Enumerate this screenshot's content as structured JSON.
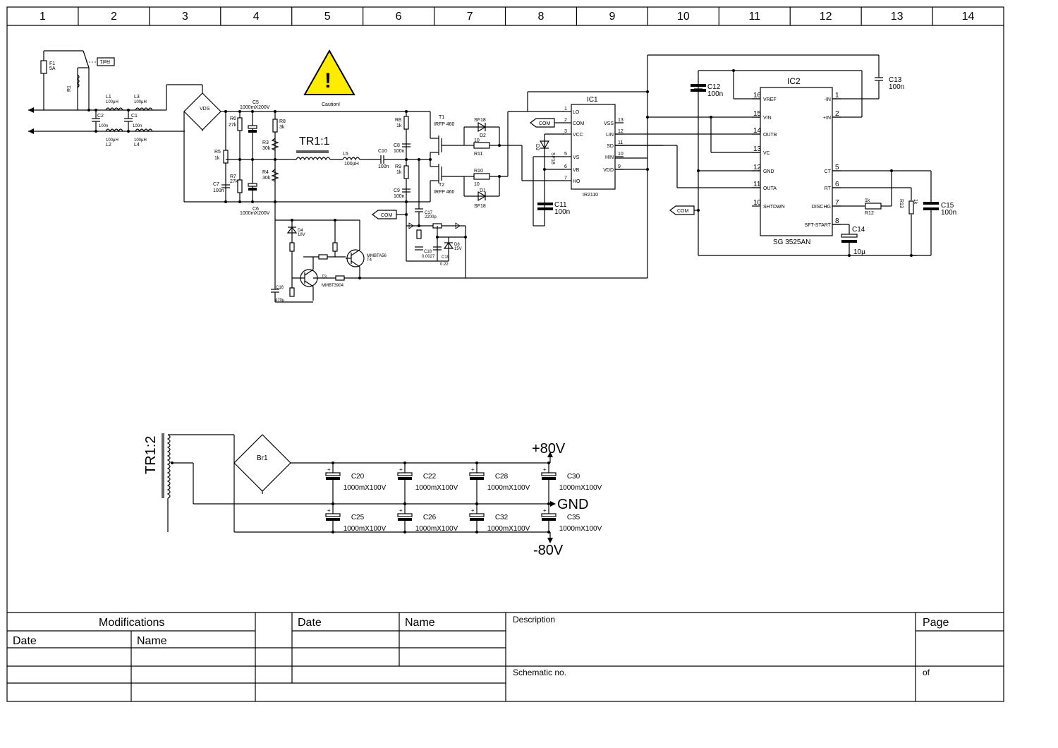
{
  "columns": [
    "1",
    "2",
    "3",
    "4",
    "5",
    "6",
    "7",
    "8",
    "9",
    "10",
    "11",
    "12",
    "13",
    "14"
  ],
  "caution": {
    "label": "Caution!",
    "symbol": "!"
  },
  "input": {
    "F1": "F1",
    "F1_val": "5A",
    "R1": "R1",
    "Rel": "Rel1",
    "L1": "L1",
    "L1_val": "100µH",
    "L2": "L2",
    "L2_val": "100µH",
    "L3": "L3",
    "L3_val": "100µH",
    "L4": "L4",
    "L4_val": "100µH",
    "C1": "C1",
    "C1_val": "100n",
    "C2": "C2",
    "C2_val": "100n",
    "VDS": "VDS",
    "C5": "C5",
    "C5_val": "1000mX200V",
    "C6": "C6",
    "C6_val": "1000mX200V",
    "R3": "R3",
    "R3_val": "30k",
    "R4": "R4",
    "R4_val": "30k",
    "R5": "R5",
    "R5_val": "1k",
    "R6": "R6",
    "R6_val": "27k",
    "R7": "R7",
    "R7_val": "27k",
    "R8b": "R8",
    "R8b_val": "3k",
    "C7": "C7",
    "C7_val": "100n"
  },
  "bridge_half": {
    "TR11": "TR1:1",
    "L5": "L5",
    "L5_val": "100µH",
    "C10": "C10",
    "C10_val": "100n",
    "R8": "R8",
    "R8_val": "1k",
    "R9": "R9",
    "R9_val": "1k",
    "C8": "C8",
    "C8_val": "100n",
    "C9": "C9",
    "C9_val": "100n",
    "T1": "T1",
    "T1_val": "IRFP 460",
    "T2": "T2",
    "T2_val": "IRFP 460",
    "SF18a": "SF18",
    "D2": "D2",
    "R11": "R11",
    "R11_val": "10",
    "R10": "R10",
    "R10_val": "10",
    "D1": "D1",
    "SF18b": "SF18",
    "COM1": "COM",
    "COM2": "COM",
    "COM3": "COM",
    "D3": "D3",
    "SF18c": "SF18",
    "C11": "C11",
    "C11_val": "100n",
    "C17": "C17",
    "C17_val": "2200p",
    "C18": "C18",
    "C18_val": "0.0027",
    "C19": "C19",
    "C19_val": "0.22",
    "D8": "D8",
    "D8_val": "15V",
    "D4": "D4",
    "D4_val": "18V",
    "C16": "C16",
    "C16_val": "470µ",
    "T3": "T3",
    "T3_val": "MMBT3904",
    "T4": "T4",
    "T4_val": "MMBTA56"
  },
  "ic1": {
    "name": "IC1",
    "part": "IR2110",
    "left_pins": [
      {
        "num": "1",
        "label": "LO"
      },
      {
        "num": "2",
        "label": "COM"
      },
      {
        "num": "3",
        "label": "VCC"
      },
      {
        "num": "5",
        "label": "VS"
      },
      {
        "num": "6",
        "label": "VB"
      },
      {
        "num": "7",
        "label": "HO"
      }
    ],
    "right_pins": [
      {
        "num": "13",
        "label": "VSS"
      },
      {
        "num": "12",
        "label": "LIN"
      },
      {
        "num": "11",
        "label": "SD"
      },
      {
        "num": "10",
        "label": "HIN"
      },
      {
        "num": "9",
        "label": "VDD"
      }
    ]
  },
  "ic2": {
    "name": "IC2",
    "part": "SG 3525AN",
    "left_pins": [
      {
        "num": "16",
        "label": "VREF"
      },
      {
        "num": "15",
        "label": "VIN"
      },
      {
        "num": "14",
        "label": "OUTB"
      },
      {
        "num": "13",
        "label": "VC"
      },
      {
        "num": "12",
        "label": "GND"
      },
      {
        "num": "11",
        "label": "OUTA"
      },
      {
        "num": "10",
        "label": "SHTDWN"
      }
    ],
    "right_pins": [
      {
        "num": "1",
        "label": "-IN"
      },
      {
        "num": "2",
        "label": "+IN"
      },
      {
        "num": "5",
        "label": "CT"
      },
      {
        "num": "6",
        "label": "RT"
      },
      {
        "num": "7",
        "label": "DISCHG"
      },
      {
        "num": "8",
        "label": "SFT-START"
      }
    ],
    "C12": "C12",
    "C12_val": "100n",
    "C13": "C13",
    "C13_val": "100n",
    "C14": "C14",
    "C14_val": "10µ",
    "C15": "C15",
    "C15_val": "100n",
    "R12": "R12",
    "R12_val": "1k",
    "R13": "R13",
    "R13_val": "1k",
    "COM": "COM"
  },
  "output": {
    "TR12": "TR1:2",
    "Br1": "Br1",
    "plus": "+80V",
    "gnd": "GND",
    "minus": "-80V",
    "caps_top": [
      {
        "name": "C20",
        "value": "1000mX100V"
      },
      {
        "name": "C22",
        "value": "1000mX100V"
      },
      {
        "name": "C28",
        "value": "1000mX100V"
      },
      {
        "name": "C30",
        "value": "1000mX100V"
      }
    ],
    "caps_bottom": [
      {
        "name": "C25",
        "value": "1000mX100V"
      },
      {
        "name": "C26",
        "value": "1000mX100V"
      },
      {
        "name": "C32",
        "value": "1000mX100V"
      },
      {
        "name": "C35",
        "value": "1000mX100V"
      }
    ]
  },
  "title_block": {
    "modifications": "Modifications",
    "date": "Date",
    "name": "Name",
    "date2": "Date",
    "name2": "Name",
    "description": "Description",
    "schematic_no": "Schematic no.",
    "page": "Page",
    "of": "of"
  }
}
